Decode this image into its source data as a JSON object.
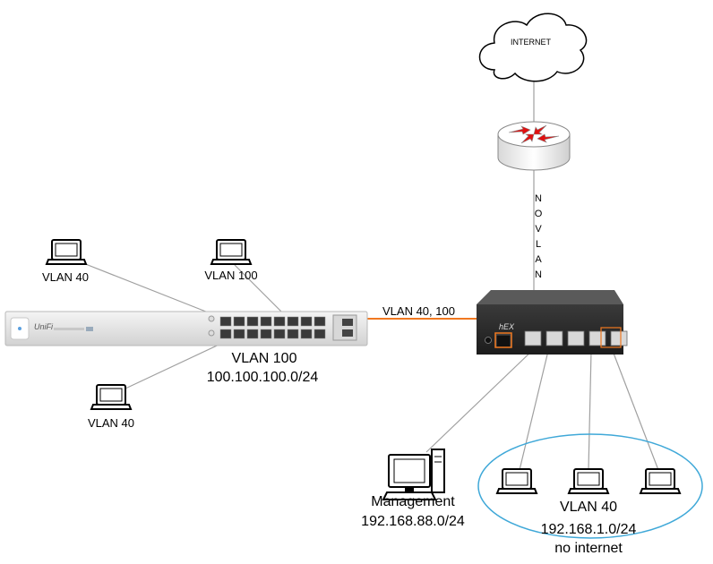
{
  "internet_label": "INTERNET",
  "uplink_label": "NO VLAN",
  "trunk_label": "VLAN 40, 100",
  "switch": {
    "vlan": "VLAN 100",
    "subnet": "100.100.100.0/24",
    "brand": "UniFi"
  },
  "router": {
    "brand": "hEX"
  },
  "laptops": {
    "top_left": "VLAN 40",
    "top_middle": "VLAN 100",
    "bottom_left": "VLAN 40"
  },
  "management": {
    "label": "Management",
    "subnet": "192.168.88.0/24"
  },
  "vlan40_group": {
    "label": "VLAN 40",
    "subnet": "192.168.1.0/24",
    "note": "no internet"
  },
  "colors": {
    "trunk": "#f07820",
    "cloud_group": "#3fa8d8",
    "arrow": "#e01010",
    "link": "#a0a0a0"
  }
}
